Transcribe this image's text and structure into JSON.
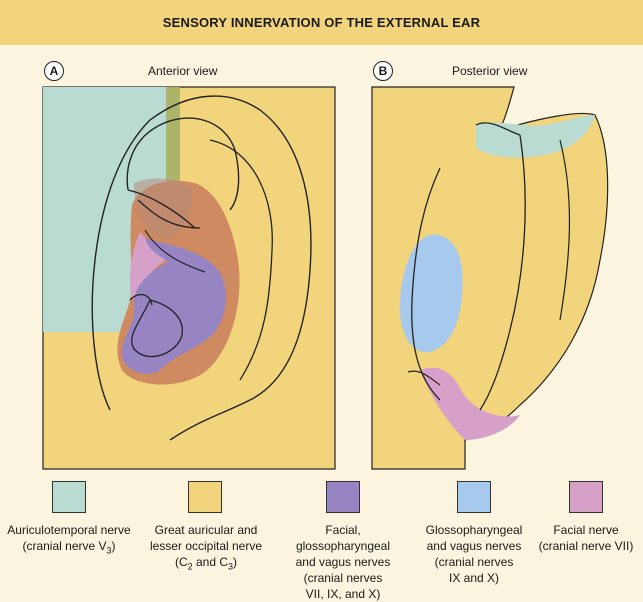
{
  "title": "SENSORY INNERVATION OF THE EXTERNAL EAR",
  "panels": {
    "a": {
      "letter": "A",
      "label": "Anterior view"
    },
    "b": {
      "letter": "B",
      "label": "Posterior view"
    }
  },
  "colors": {
    "auriculotemporal": "#b9dbd2",
    "great_auricular": "#f2d47c",
    "facial_glosso_vagus": "#9784c2",
    "glosso_vagus": "#a7c9ee",
    "facial": "#d6a0c8",
    "overlap_brown": "#cf8a62"
  },
  "legend": [
    {
      "color": "#b9dbd2",
      "line1": "Auriculotemporal nerve",
      "line2": "(cranial nerve V",
      "line2_sub": "3",
      "line2_end": ")",
      "line3": "",
      "line4": ""
    },
    {
      "color": "#f2d47c",
      "line1": "Great auricular and",
      "line2": "lesser occipital nerve",
      "line3a": "(C",
      "line3_sub1": "2",
      "line3b": " and C",
      "line3_sub2": "3",
      "line3c": ")"
    },
    {
      "color": "#9784c2",
      "line1": "Facial, glossopharyngeal",
      "line2": "and vagus nerves",
      "line3": "(cranial nerves",
      "line4": "VII, IX, and X)"
    },
    {
      "color": "#a7c9ee",
      "line1": "Glossopharyngeal",
      "line2": "and vagus nerves",
      "line3": "(cranial nerves",
      "line4": "IX and X)"
    },
    {
      "color": "#d6a0c8",
      "line1": "Facial nerve",
      "line2": "(cranial nerve VII)"
    }
  ]
}
